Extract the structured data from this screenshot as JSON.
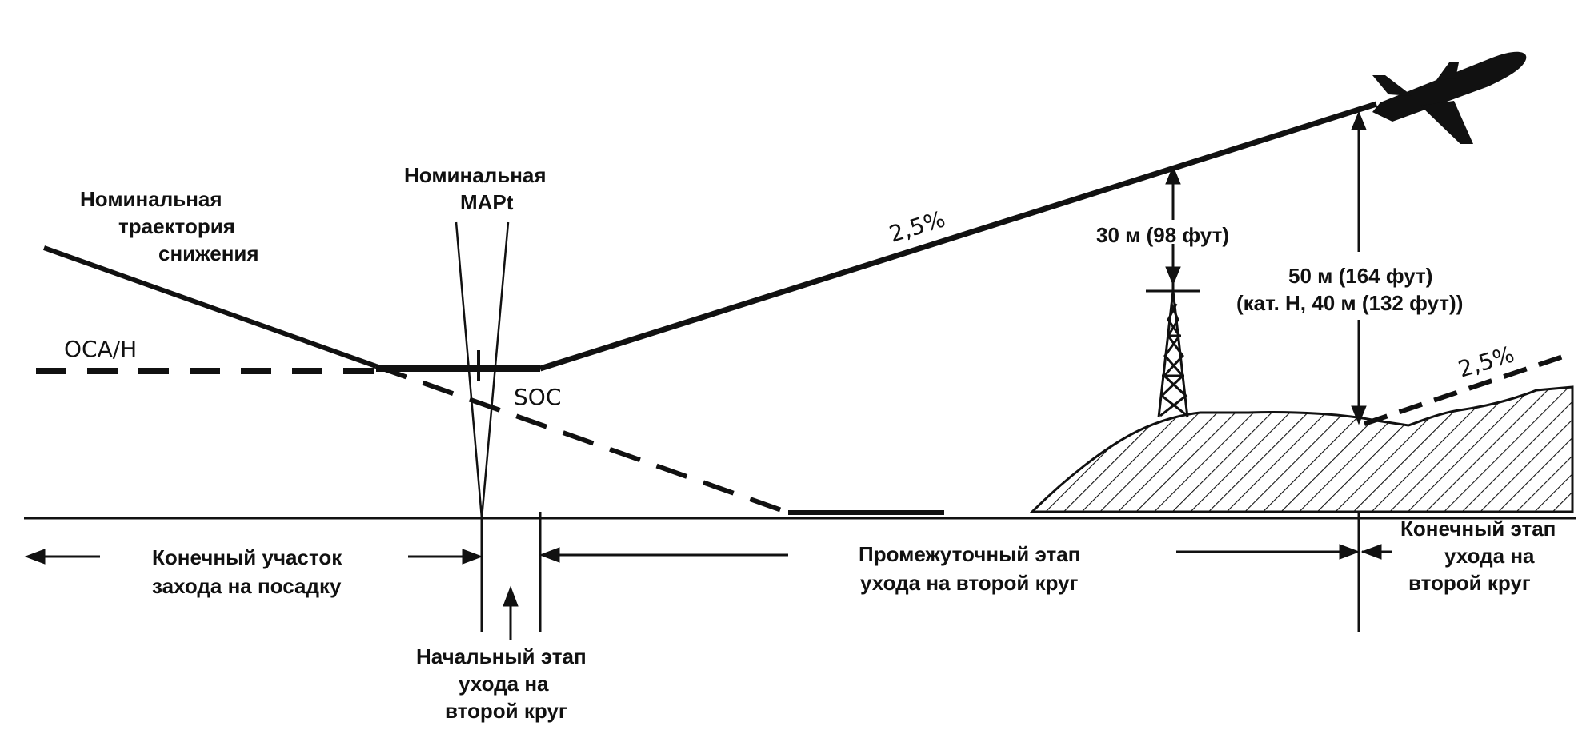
{
  "labels": {
    "descent_path": [
      "Номинальная",
      "траектория",
      "снижения"
    ],
    "mapt": [
      "Номинальная",
      "MAPt"
    ],
    "oca": "OCA/H",
    "soc": "SOC",
    "gradient_main": "2,5%",
    "gradient_final": "2,5%",
    "clearance_30": "30 м (98 фут)",
    "clearance_50": [
      "50 м (164 фут)",
      "(кат. H, 40 м (132 фут))"
    ],
    "final_approach": [
      "Конечный участок",
      "захода на посадку"
    ],
    "initial_missed": [
      "Начальный этап",
      "ухода на",
      "второй круг"
    ],
    "intermediate_missed": [
      "Промежуточный этап",
      "ухода на второй круг"
    ],
    "final_missed": [
      "Конечный этап",
      "ухода на",
      "второй круг"
    ]
  },
  "colors": {
    "ink": "#111111",
    "paper": "#ffffff"
  },
  "icons": [
    "airplane-icon",
    "tower-icon"
  ]
}
